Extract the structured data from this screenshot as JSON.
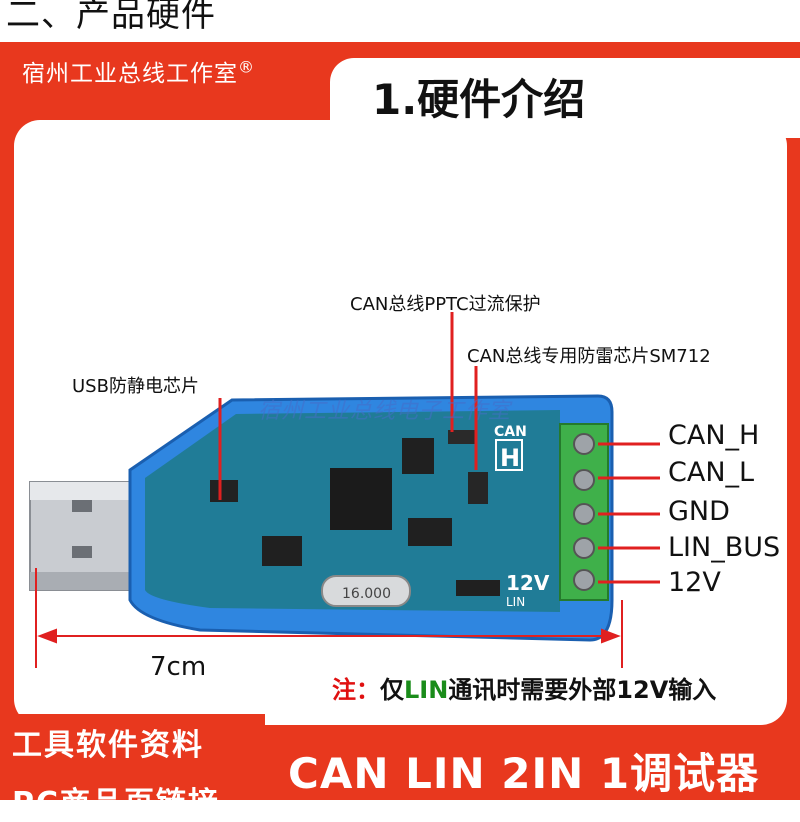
{
  "section_title": "二、产品硬件",
  "brand": {
    "text": "宿州工业总线工作室",
    "mark": "®"
  },
  "tab_title": "1.硬件介绍",
  "callouts": {
    "usb_protect": "USB防静电芯片",
    "pptc": "CAN总线PPTC过流保护",
    "tvs": "CAN总线专用防雷芯片SM712"
  },
  "pins": [
    "CAN_H",
    "CAN_L",
    "GND",
    "LIN_BUS",
    "12V"
  ],
  "watermark": "宿州工业总线电子工作室",
  "dimension": "7cm",
  "note": {
    "prefix": "注：",
    "lead": "仅",
    "lin": "LIN",
    "rest": "通讯时需要外部12V输入"
  },
  "board_print": {
    "can": "CAN",
    "h": "H",
    "v12": "12V",
    "lin": "LIN",
    "crystal": "16.000"
  },
  "bottom": {
    "left_line1": "工具软件资料",
    "left_line2": "PC商品页链接",
    "right": "CAN LIN 2IN 1调试器"
  },
  "colors": {
    "accent": "#e8381e",
    "board_blue": "#2b7bd6",
    "terminal_green": "#3fb04a"
  }
}
